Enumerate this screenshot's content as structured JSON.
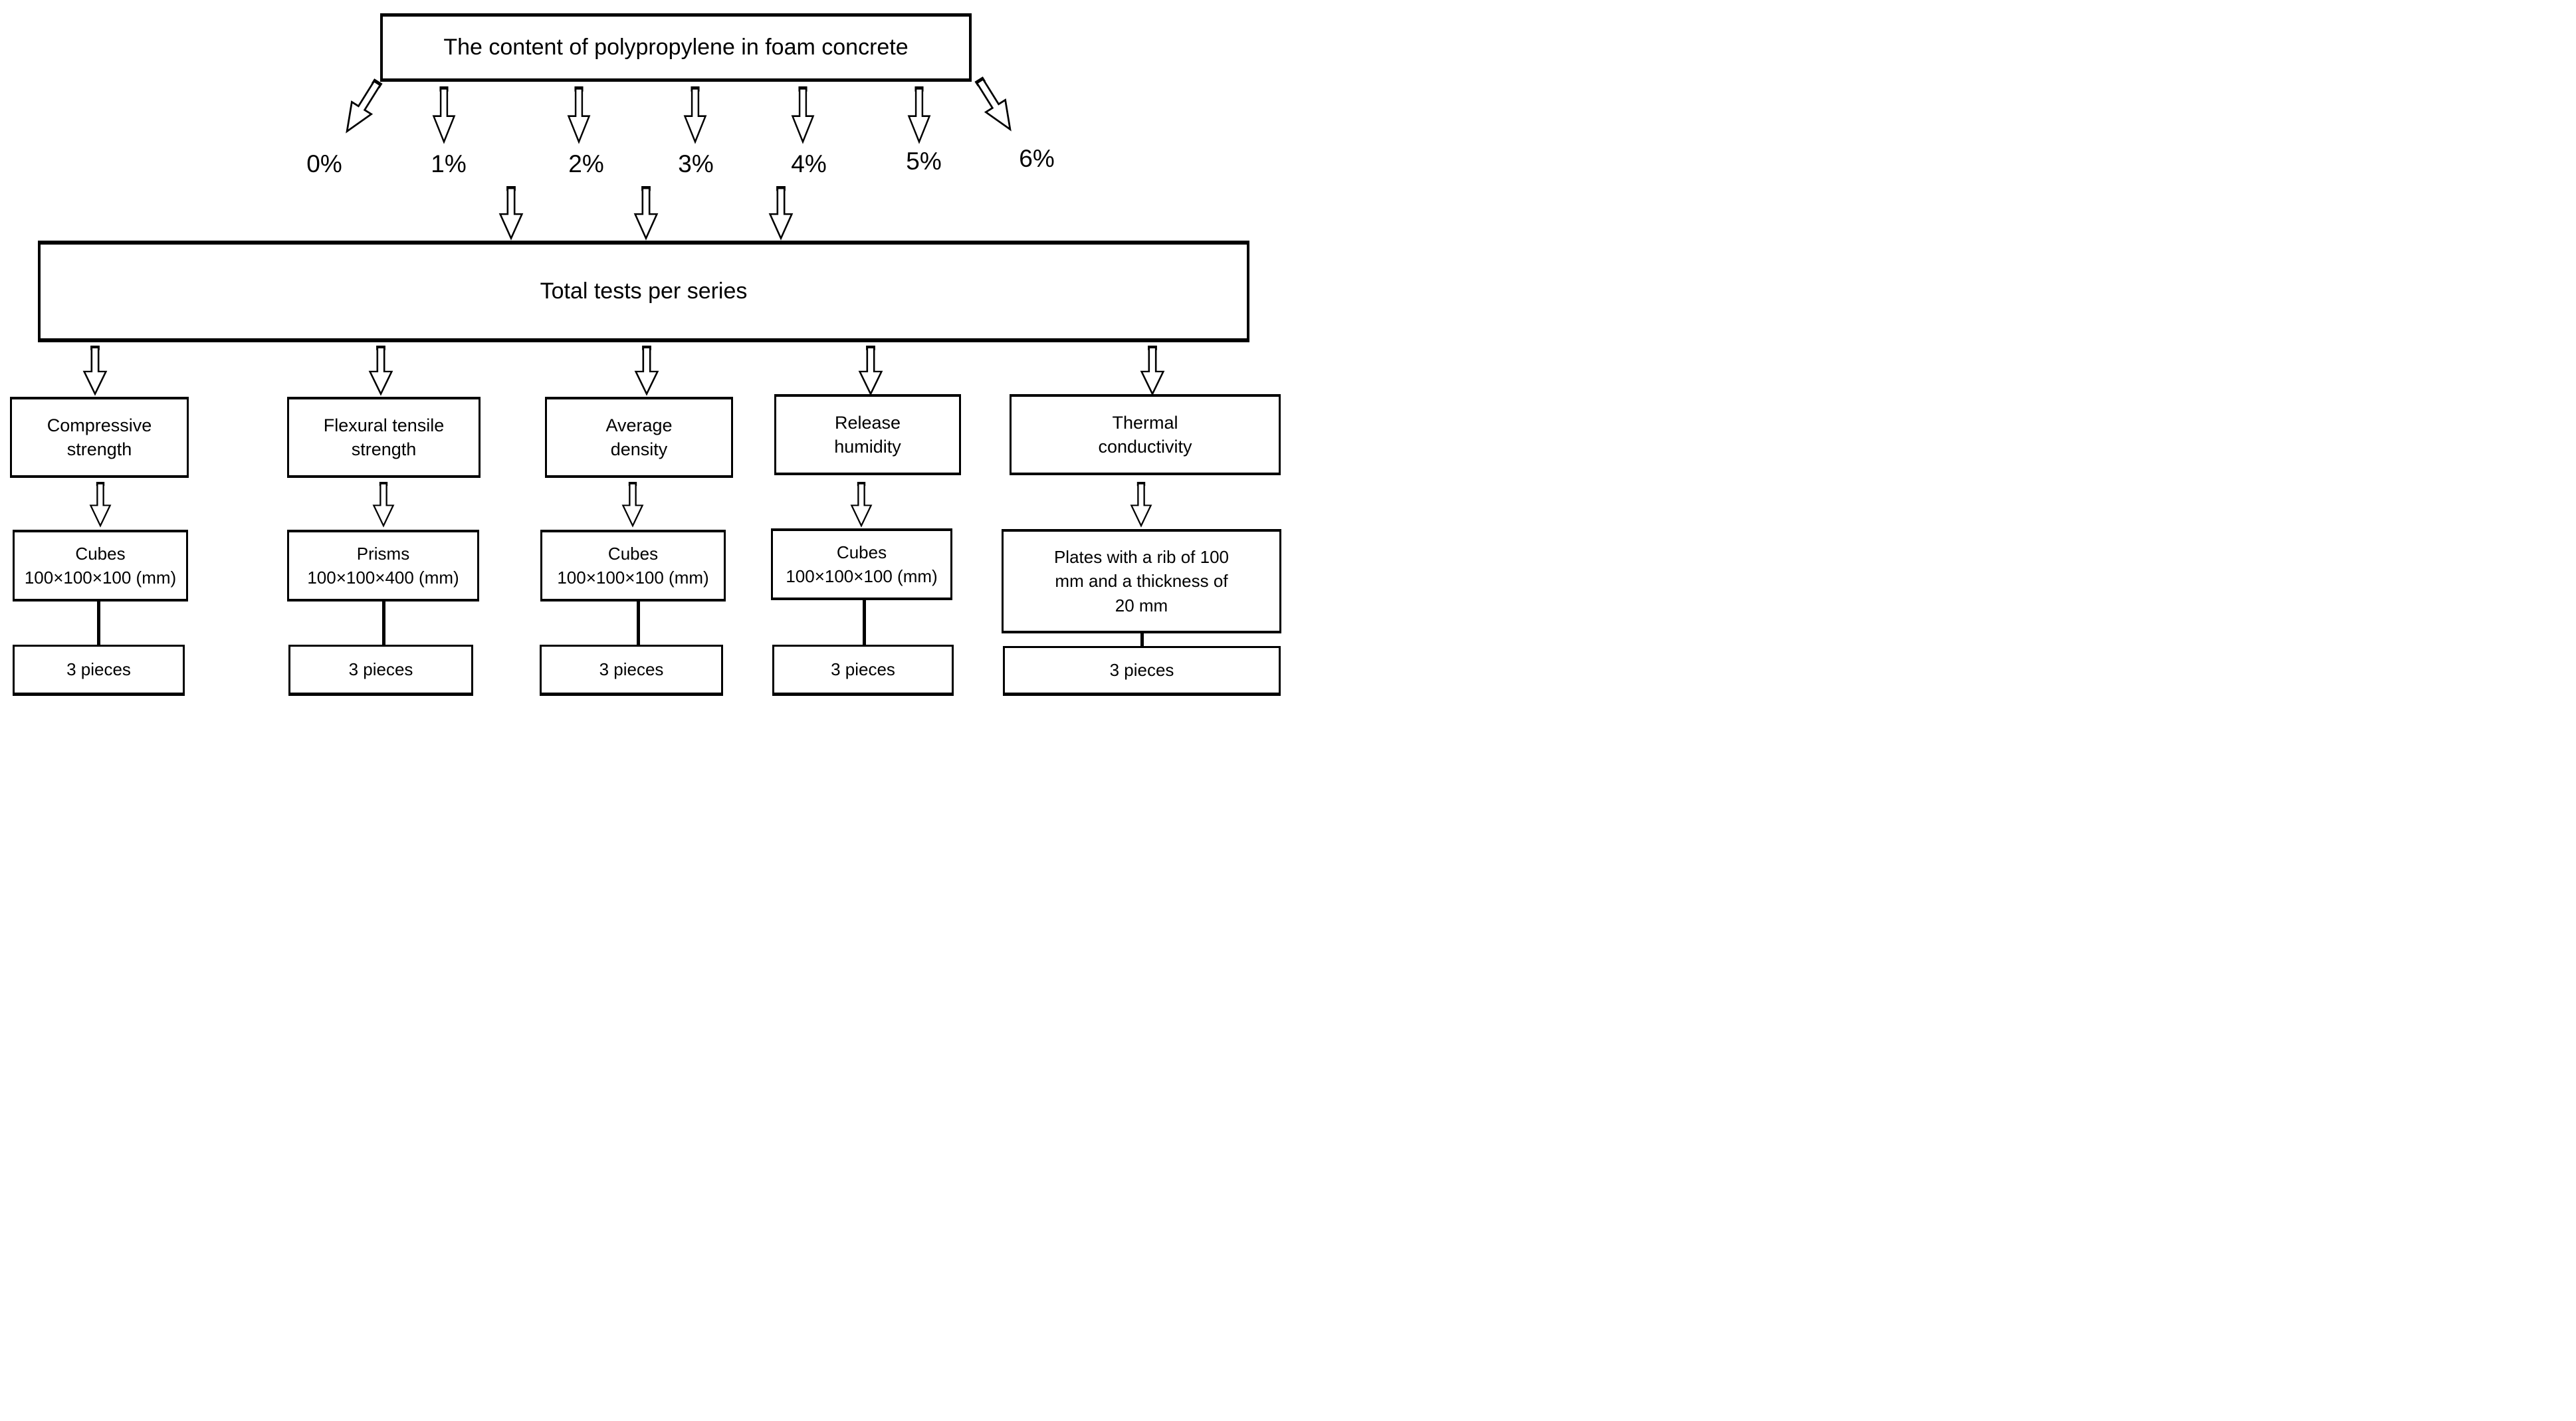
{
  "diagram": {
    "title": "The content of polypropylene in foam concrete",
    "percentages": [
      "0%",
      "1%",
      "2%",
      "3%",
      "4%",
      "5%",
      "6%"
    ],
    "total_box_label": "Total tests per series",
    "tests": [
      {
        "name": "Compressive strength",
        "name_lines": [
          "Compressive",
          "strength"
        ],
        "specimen": "Cubes 100×100×100 (mm)",
        "specimen_lines": [
          "Cubes",
          "100×100×100 (mm)"
        ],
        "pieces": "3 pieces"
      },
      {
        "name": "Flexural tensile strength",
        "name_lines": [
          "Flexural tensile",
          "strength"
        ],
        "specimen": "Prisms 100×100×400 (mm)",
        "specimen_lines": [
          "Prisms",
          "100×100×400 (mm)"
        ],
        "pieces": "3 pieces"
      },
      {
        "name": "Average density",
        "name_lines": [
          "Average",
          "density"
        ],
        "specimen": "Cubes 100×100×100 (mm)",
        "specimen_lines": [
          "Cubes",
          "100×100×100 (mm)"
        ],
        "pieces": "3 pieces"
      },
      {
        "name": "Release humidity",
        "name_lines": [
          "Release",
          "humidity"
        ],
        "specimen": "Cubes 100×100×100 (mm)",
        "specimen_lines": [
          "Cubes",
          "100×100×100 (mm)"
        ],
        "pieces": "3 pieces"
      },
      {
        "name": "Thermal conductivity",
        "name_lines": [
          "Thermal",
          "conductivity"
        ],
        "specimen": "Plates with a rib of 100 mm and a thickness of 20 mm",
        "specimen_lines": [
          "Plates with a rib of 100",
          "mm and a thickness of",
          "20 mm"
        ],
        "pieces": "3 pieces"
      }
    ],
    "colors": {
      "ink": "#000000",
      "background": "#ffffff"
    }
  }
}
